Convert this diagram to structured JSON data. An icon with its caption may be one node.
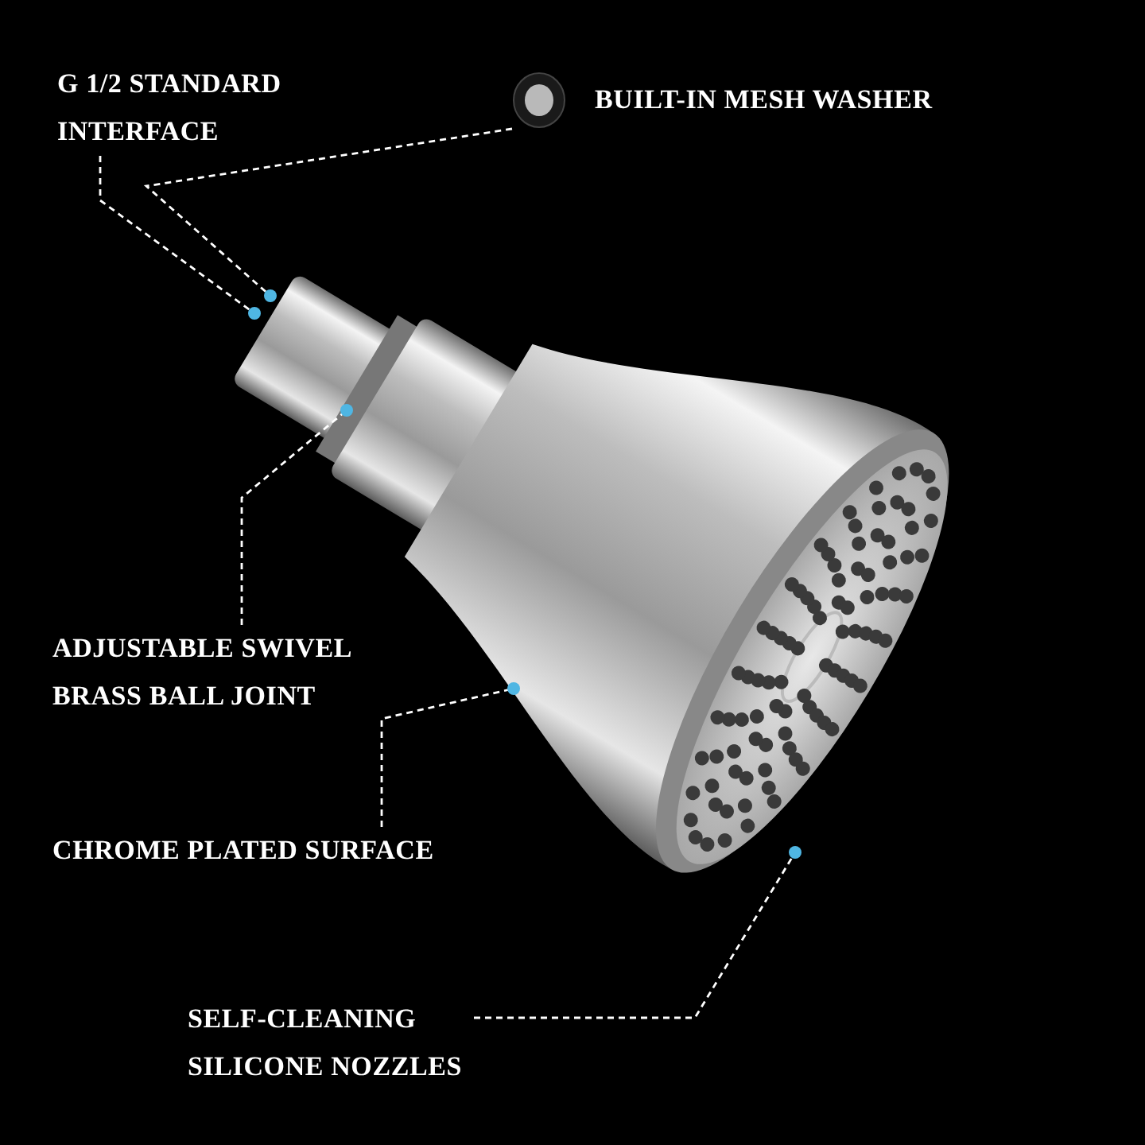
{
  "diagram": {
    "nodes": [
      {
        "text": [
          "G 1/2 STANDARD INTERFACE"
        ]
      },
      {
        "text": [],
        "shape": "picture",
        "beside": [
          "BUILT-IN MESH WASHER"
        ]
      },
      {
        "text": [
          "ADJUSTABLE SWIVEL BRASS BALL JOINT"
        ]
      },
      {
        "text": [
          "CHROME PLATED SURFACE"
        ]
      },
      {
        "text": [
          "SELF-CLEANING SILICONE NOZZLES"
        ]
      }
    ],
    "edges": [
      {
        "from": 0,
        "to": null,
        "arrow": "other",
        "style": "dashed"
      },
      {
        "from": 1,
        "to": null,
        "arrow": "other",
        "style": "dashed"
      },
      {
        "from": 2,
        "to": null,
        "arrow": "other",
        "style": "dashed"
      },
      {
        "from": 3,
        "to": null,
        "arrow": "other",
        "style": "dashed"
      },
      {
        "from": 4,
        "to": null,
        "arrow": "other",
        "style": "dashed"
      }
    ]
  }
}
